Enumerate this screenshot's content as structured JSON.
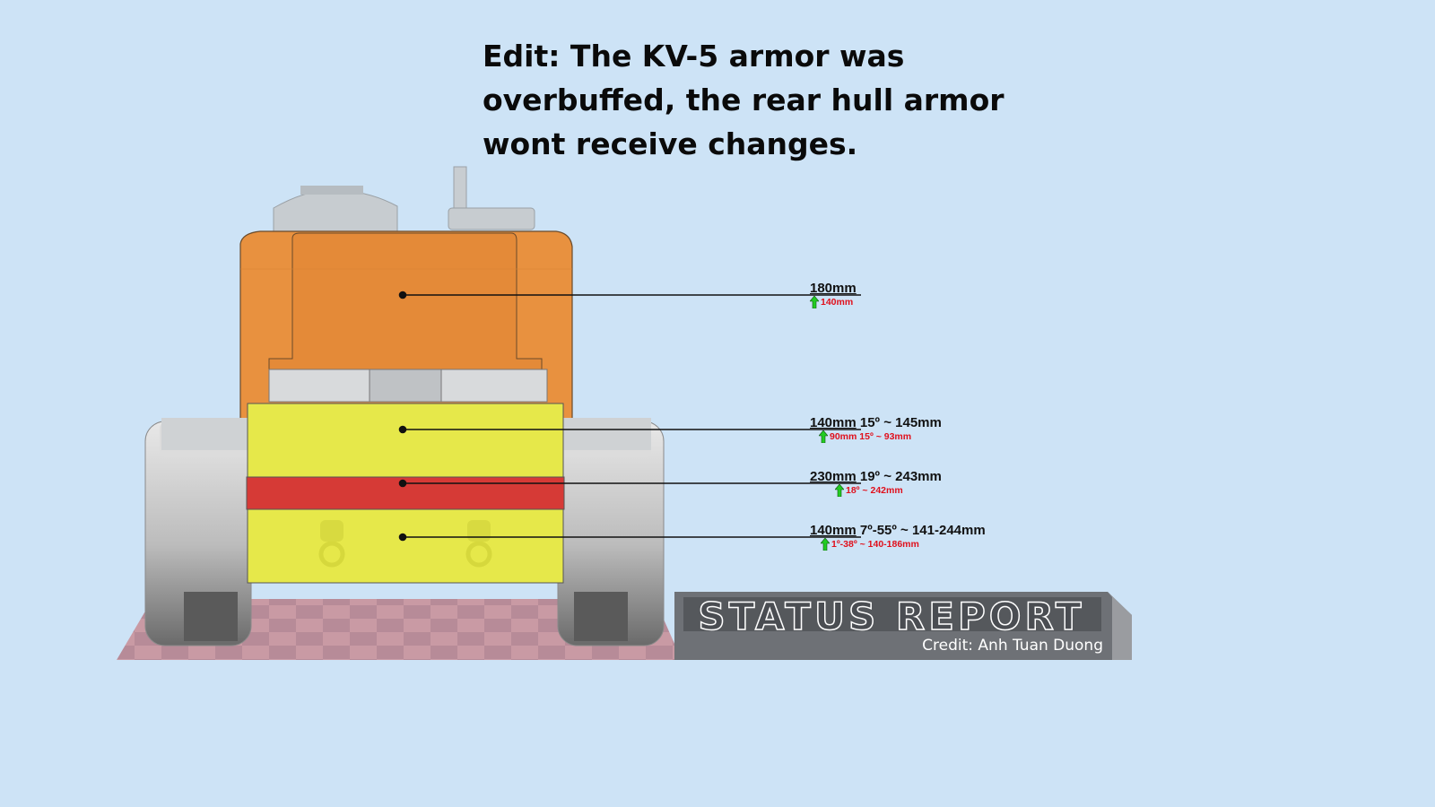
{
  "headline": {
    "line1": "Edit: The KV-5 armor was",
    "line2": "overbuffed, the rear hull armor",
    "line3": "wont receive changes."
  },
  "armor_labels": [
    {
      "new_thickness": "180mm",
      "angle_info": "",
      "old_values": "140mm"
    },
    {
      "new_thickness": "140mm",
      "angle_info": "15º ~ 145mm",
      "old_values": "90mm 15º ~ 93mm"
    },
    {
      "new_thickness": "230mm",
      "angle_info": "19º ~ 243mm",
      "old_values": "18º ~ 242mm"
    },
    {
      "new_thickness": "140mm",
      "angle_info": "7º-55º ~ 141-244mm",
      "old_values": "1º-38º ~ 140-186mm"
    }
  ],
  "badge": {
    "title": "STATUS REPORT",
    "credit": "Credit: Anh Tuan Duong"
  },
  "colors": {
    "background": "#cde3f6",
    "turret_armor": "#e8913f",
    "hull_armor": "#e6e84a",
    "strong_armor_band": "#d63a36",
    "old_value_text": "#e0101c",
    "buff_arrow": "#22cc22"
  },
  "icons": [
    "up-arrow-icon"
  ]
}
